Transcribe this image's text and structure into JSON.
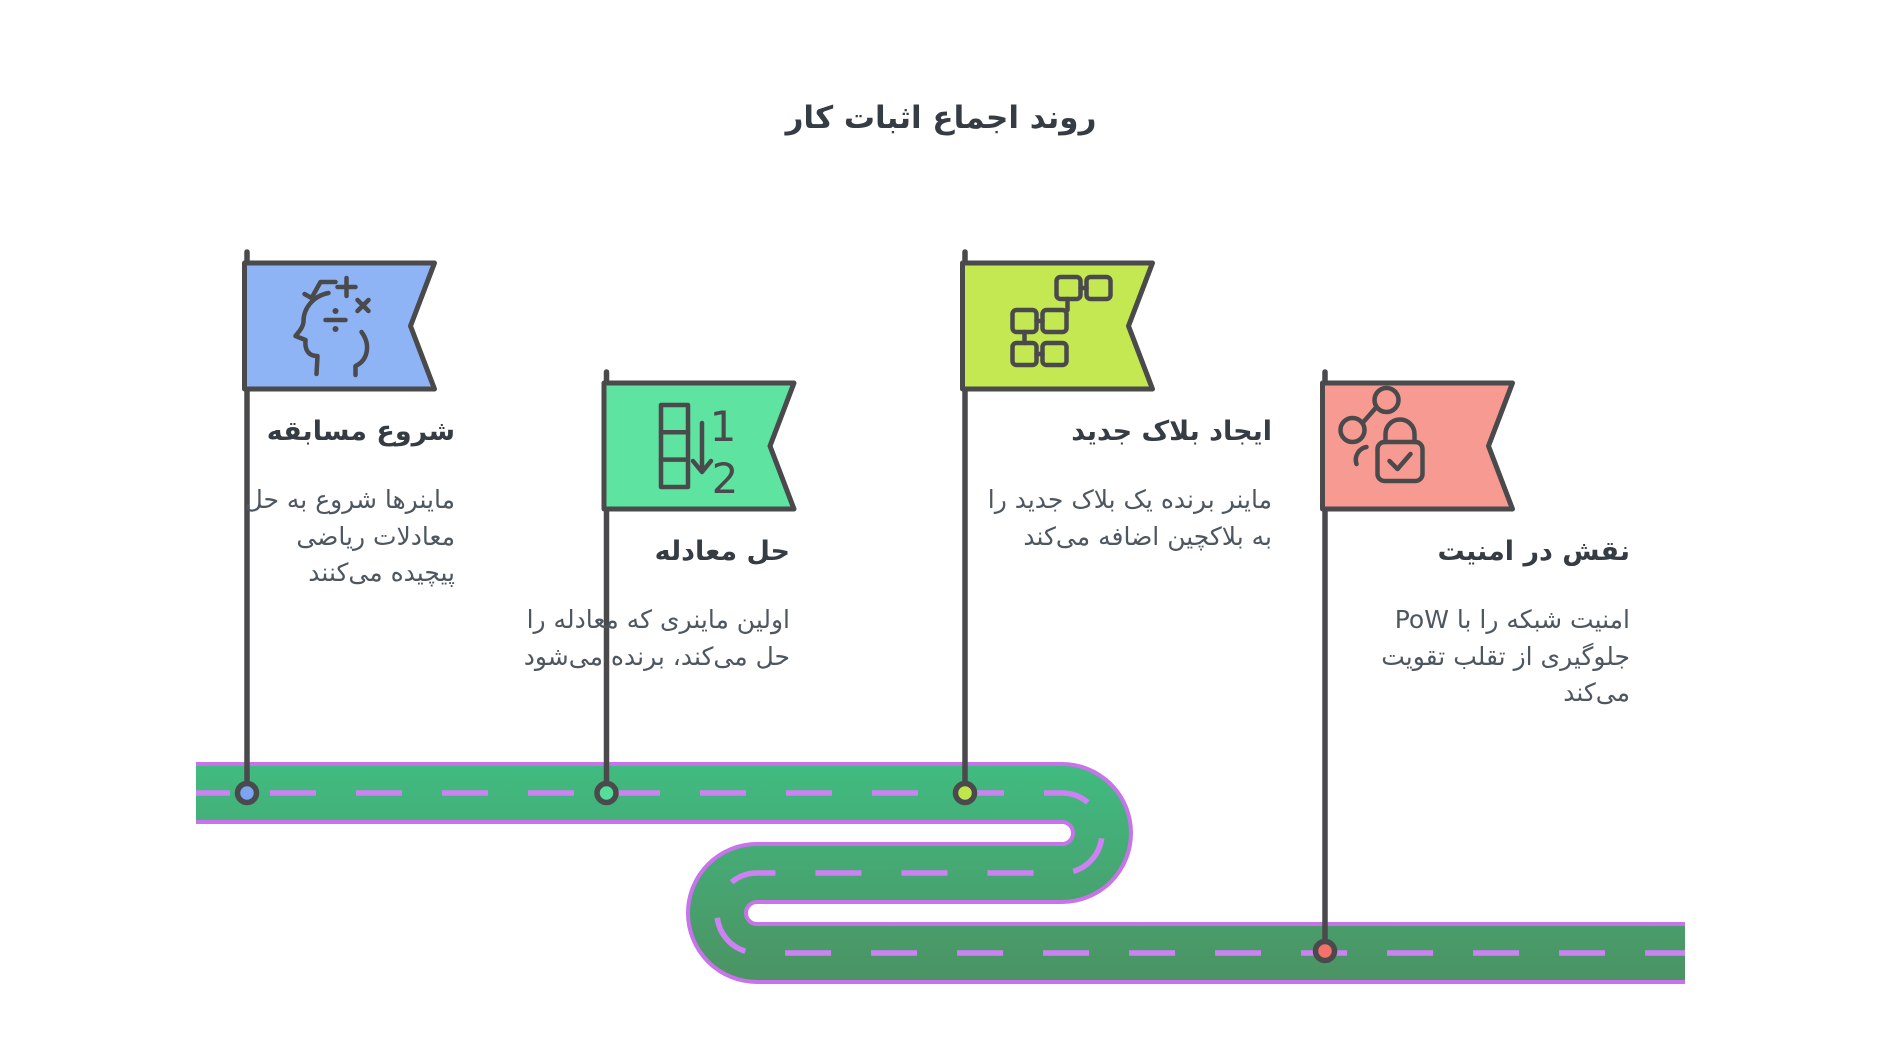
{
  "title": "روند اجماع اثبات کار",
  "steps": [
    {
      "heading": "شروع مسابقه",
      "description": "ماینرها شروع به حل معادلات ریاضی پیچیده می‌کنند",
      "icon": "math-thinking-icon",
      "flag_color": "#8fb4f6",
      "node_color": "#7aa5f3"
    },
    {
      "heading": "حل معادله",
      "description": "اولین ماینری که معادله را حل می‌کند، برنده می‌شود",
      "icon": "ranking-order-icon",
      "flag_color": "#5ee3a1",
      "node_color": "#55dd9a"
    },
    {
      "heading": "ایجاد بلاک جدید",
      "description": "ماینر برنده یک بلاک جدید را به بلاکچین اضافه می‌کند",
      "icon": "blockchain-blocks-icon",
      "flag_color": "#c3e851",
      "node_color": "#c0e54d"
    },
    {
      "heading": "نقش در امنیت",
      "description": "امنیت شبکه را با PoW جلوگیری از تقلب تقویت می‌کند",
      "icon": "secure-network-lock-icon",
      "flag_color": "#f79a92",
      "node_color": "#f4716c"
    }
  ],
  "road": {
    "surface_top": "#40bc81",
    "surface_bottom": "#4c9162",
    "edge_line": "#c873eb",
    "lane_dash": "#ce81f4"
  },
  "colors": {
    "outline_dark": "#4a4a4c",
    "heading_text": "#363c43",
    "body_text": "#4e5760",
    "background": "#ffffff"
  }
}
